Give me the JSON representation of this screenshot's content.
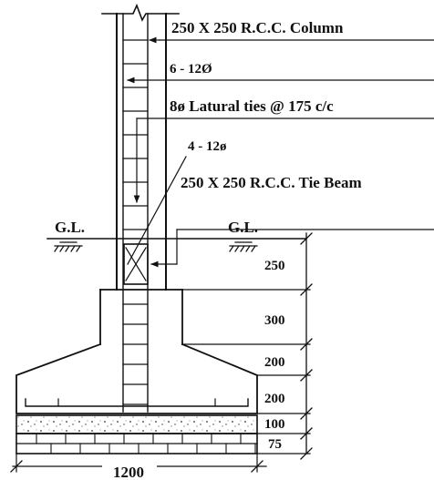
{
  "labels": {
    "column": "250 X 250 R.C.C. Column",
    "main_bars": "6 - 12Ø",
    "ties": "8ø Latural ties @ 175 c/c",
    "beam_bars": "4 - 12ø",
    "tie_beam": "250 X 250 R.C.C. Tie Beam",
    "gl_left": "G.L.",
    "gl_right": "G.L."
  },
  "dimensions": {
    "vertical": [
      "250",
      "300",
      "200",
      "200",
      "100",
      "75"
    ],
    "horizontal": "1200"
  },
  "colors": {
    "ink": "#111111",
    "background": "#ffffff"
  }
}
